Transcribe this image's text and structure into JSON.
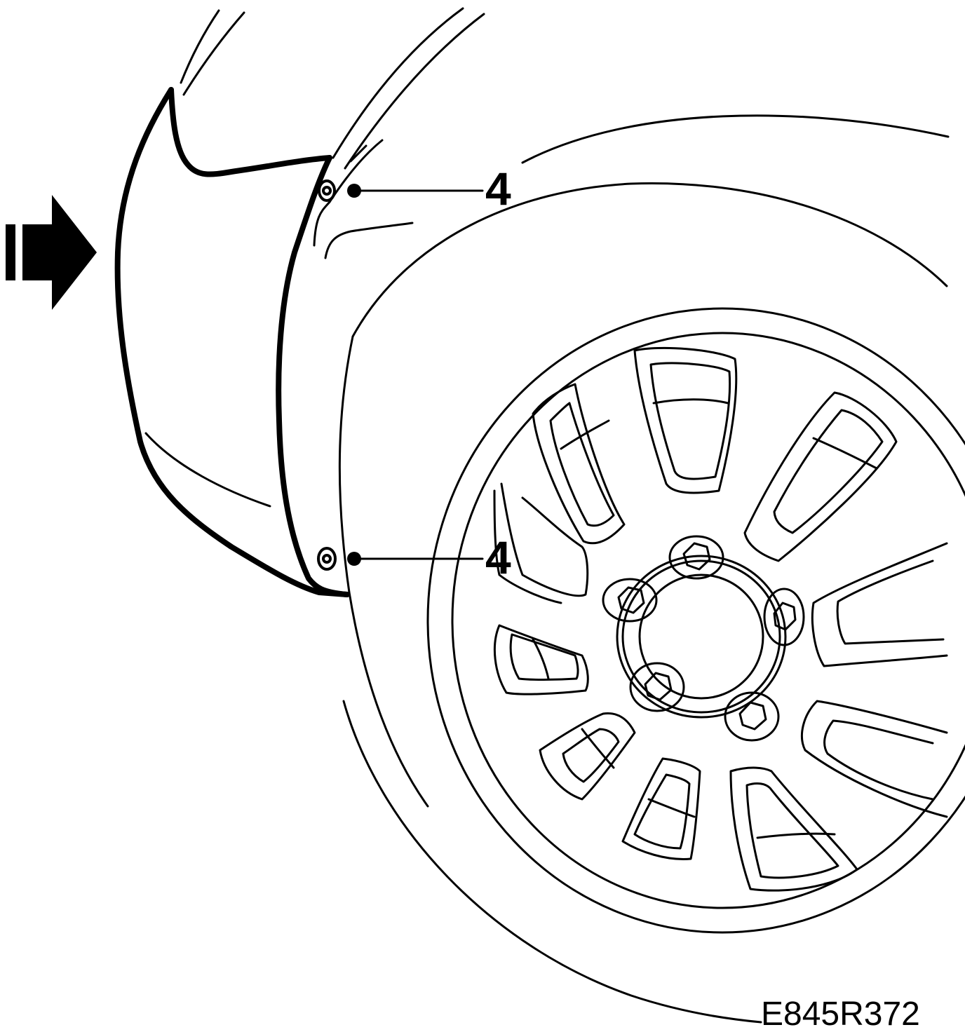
{
  "callouts": [
    {
      "label": "4"
    },
    {
      "label": "4"
    }
  ],
  "figure_code": "E845R372",
  "icons": {
    "direction_arrow": "view-direction-arrow-icon",
    "fastener": "screw-icon",
    "wheel_bolt": "hex-bolt-icon"
  }
}
